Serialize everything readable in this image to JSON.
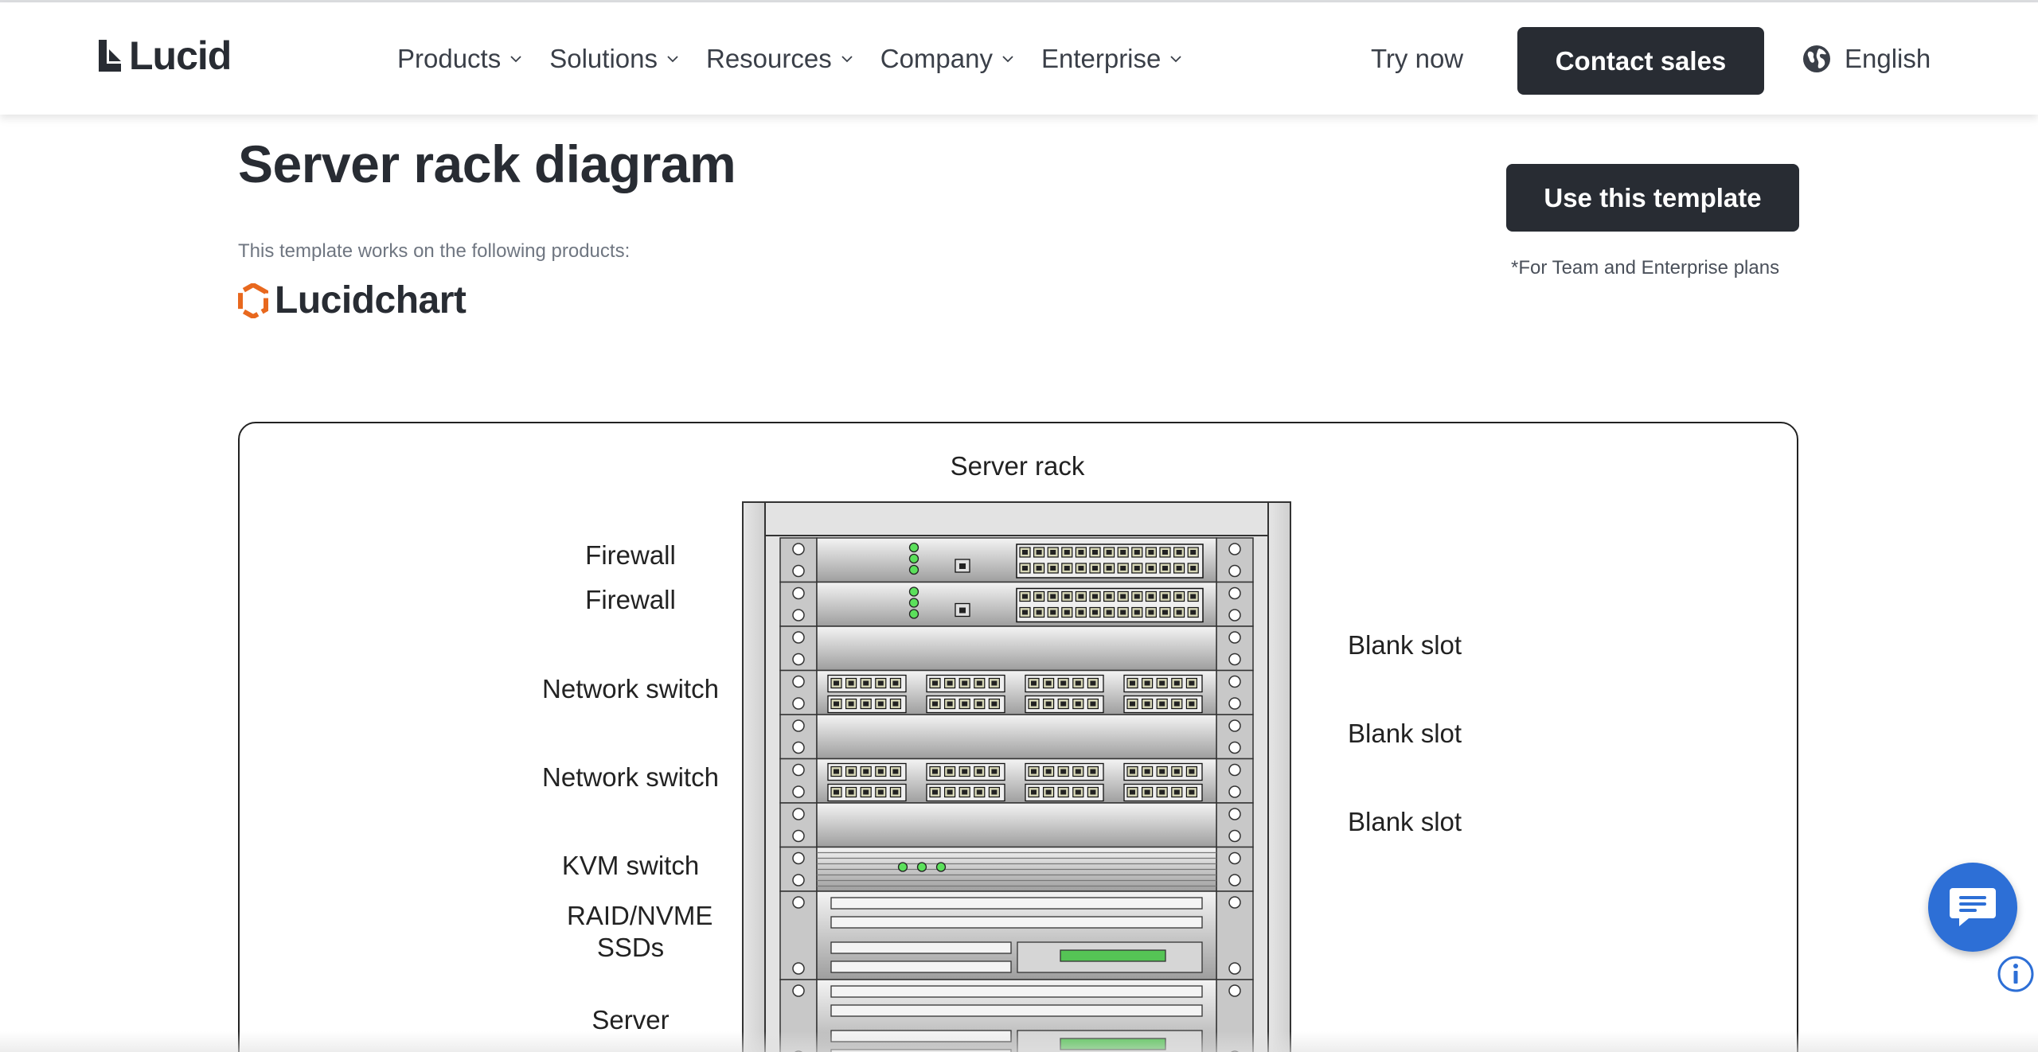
{
  "header": {
    "brand": "Lucid",
    "nav": [
      {
        "label": "Products"
      },
      {
        "label": "Solutions"
      },
      {
        "label": "Resources"
      },
      {
        "label": "Company"
      },
      {
        "label": "Enterprise"
      }
    ],
    "try_now": "Try now",
    "contact_sales": "Contact sales",
    "language": "English"
  },
  "page": {
    "title": "Server rack diagram",
    "works_on": "This template works on the following products:",
    "product_name": "Lucidchart",
    "use_template": "Use this template",
    "plans_note": "*For Team and Enterprise plans"
  },
  "diagram": {
    "title": "Server rack",
    "left_labels": [
      "Firewall",
      "Firewall",
      "Network switch",
      "Network switch",
      "KVM switch",
      "RAID/NVME SSDs",
      "Server"
    ],
    "right_labels": [
      "Blank slot",
      "Blank slot",
      "Blank slot"
    ],
    "rack_units": [
      "firewall",
      "firewall",
      "blank",
      "switch",
      "blank",
      "switch",
      "blank",
      "kvm",
      "storage",
      "storage"
    ]
  },
  "colors": {
    "dark": "#282c33",
    "brand_orange": "#e8681e",
    "chat_blue": "#2d6fd6",
    "led_green": "#5be05b"
  },
  "icons": {
    "chat": "chat-bubble-icon",
    "info": "info-icon",
    "globe": "globe-icon",
    "chevron": "chevron-down-icon"
  }
}
